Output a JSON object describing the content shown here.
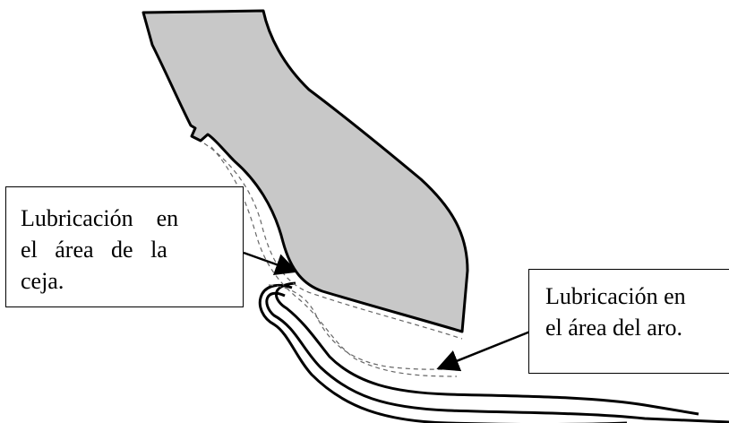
{
  "callouts": {
    "bead": {
      "line1": "Lubricación    en",
      "line2": "el   área   de   la",
      "line3": "ceja."
    },
    "rim": {
      "line1": "Lubricación en",
      "line2": "el área del aro."
    }
  },
  "colors": {
    "tire_fill": "#c8c8c8",
    "stroke": "#000000",
    "lubrication_line": "#666666",
    "background": "#ffffff"
  }
}
